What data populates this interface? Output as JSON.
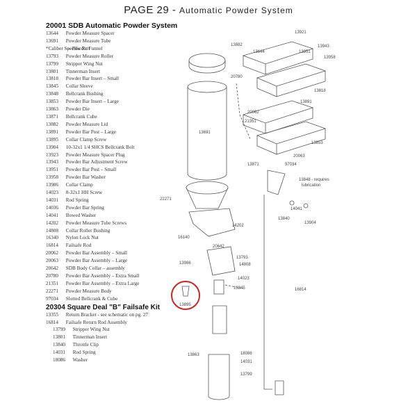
{
  "header": {
    "page": "PAGE 29",
    "separator": "-",
    "title": "Automatic Powder System"
  },
  "section1": {
    "title": "20001 SDB Automatic Powder System",
    "items": [
      {
        "num": "13644",
        "desc": "Powder Measure Spacer"
      },
      {
        "num": "13691",
        "desc": "Powder Measure Tube"
      },
      {
        "num": "*Caliber Specific Part",
        "desc": "— Powder Funnel"
      },
      {
        "num": "13793",
        "desc": "Powder Measure Roller"
      },
      {
        "num": "13799",
        "desc": "Stripper Wing Nut"
      },
      {
        "num": "13801",
        "desc": "Tinnerman Insert"
      },
      {
        "num": "13818",
        "desc": "Powder Bar Insert – Small"
      },
      {
        "num": "13845",
        "desc": "Collar Sleeve"
      },
      {
        "num": "13848",
        "desc": "Bellcrank Bushing"
      },
      {
        "num": "13853",
        "desc": "Powder Bar Insert – Large"
      },
      {
        "num": "13863",
        "desc": "Powder Die"
      },
      {
        "num": "13871",
        "desc": "Bellcrank Cube"
      },
      {
        "num": "13882",
        "desc": "Powder Measure Lid"
      },
      {
        "num": "13891",
        "desc": "Powder Bar Post – Large"
      },
      {
        "num": "13895",
        "desc": "Collar Clamp Screw"
      },
      {
        "num": "13904",
        "desc": "10-32x1 1/4 SHCS Bellcrank Bolt"
      },
      {
        "num": "13923",
        "desc": "Powder Measure Spacer Plug"
      },
      {
        "num": "13943",
        "desc": "Powder Bar Adjustment Screw"
      },
      {
        "num": "13951",
        "desc": "Powder Bar Post – Small"
      },
      {
        "num": "13958",
        "desc": "Powder Bar Washer"
      },
      {
        "num": "13986",
        "desc": "Collar Clamp"
      },
      {
        "num": "14023",
        "desc": "8-32x1 HH Screw"
      },
      {
        "num": "14031",
        "desc": "Rod Spring"
      },
      {
        "num": "14036",
        "desc": "Powder Bar Spring"
      },
      {
        "num": "14041",
        "desc": "Bowed Washer"
      },
      {
        "num": "14202",
        "desc": "Powder Measure Tube Screws"
      },
      {
        "num": "14808",
        "desc": "Collar Roller Bushing"
      },
      {
        "num": "16340",
        "desc": "Nylon Lock Nut"
      },
      {
        "num": "16814",
        "desc": "Failsafe Rod"
      },
      {
        "num": "20062",
        "desc": "Powder Bar Assembly – Small"
      },
      {
        "num": "20063",
        "desc": "Powder Bar Assembly – Large"
      },
      {
        "num": "20642",
        "desc": "SDB Body Collar – assembly"
      },
      {
        "num": "20780",
        "desc": "Powder Bar Assembly – Extra Small"
      },
      {
        "num": "21351",
        "desc": "Powder Bar Assembly – Extra Large"
      },
      {
        "num": "22271",
        "desc": "Powder Measure Body"
      },
      {
        "num": "97034",
        "desc": "Slotted Bellcrank & Cube"
      }
    ]
  },
  "section2": {
    "title": "20304 Square Deal \"B\" Failsafe Kit",
    "items": [
      {
        "num": "13355",
        "desc": "Return Bracket - see schematic on pg. 27",
        "sub": false
      },
      {
        "num": "16814",
        "desc": "Failsafe Return Rod Assembly",
        "sub": false
      },
      {
        "num": "13799",
        "desc": "Stripper Wing Nut",
        "sub": true
      },
      {
        "num": "13801",
        "desc": "Tinnerman Insert",
        "sub": true
      },
      {
        "num": "13840",
        "desc": "Throttle Clip",
        "sub": true
      },
      {
        "num": "14031",
        "desc": "Rod Spring",
        "sub": true
      },
      {
        "num": "18086",
        "desc": "Washer",
        "sub": true
      }
    ]
  },
  "diagram": {
    "labels": {
      "l13921": "13921",
      "l13882": "13882",
      "l13644": "13644",
      "l13951": "13951",
      "l13943": "13943",
      "l13958": "13958",
      "l20780": "20780",
      "l13818": "13818",
      "l13891": "13891",
      "l20062": "20062",
      "l21351": "21351",
      "l13853": "13853",
      "l20063": "20063",
      "l13691": "13691",
      "l13871": "13871",
      "l97034": "97034",
      "l13848": "13848 - requires",
      "l13848b": "lubrication",
      "l22271": "22271",
      "l14041": "14041",
      "l13840": "13840",
      "l13904": "13904",
      "l16140": "16140",
      "l14202": "14202",
      "l20642": "20642",
      "l13793": "13793",
      "l13986": "13986",
      "l14808": "14808",
      "l14023": "14023",
      "l13845": "13845",
      "l16814": "16814",
      "l13895": "13895",
      "l13863": "13863",
      "l18086": "18086",
      "l14031": "14031",
      "l13799": "13799"
    },
    "highlight_color": "#d42020"
  }
}
